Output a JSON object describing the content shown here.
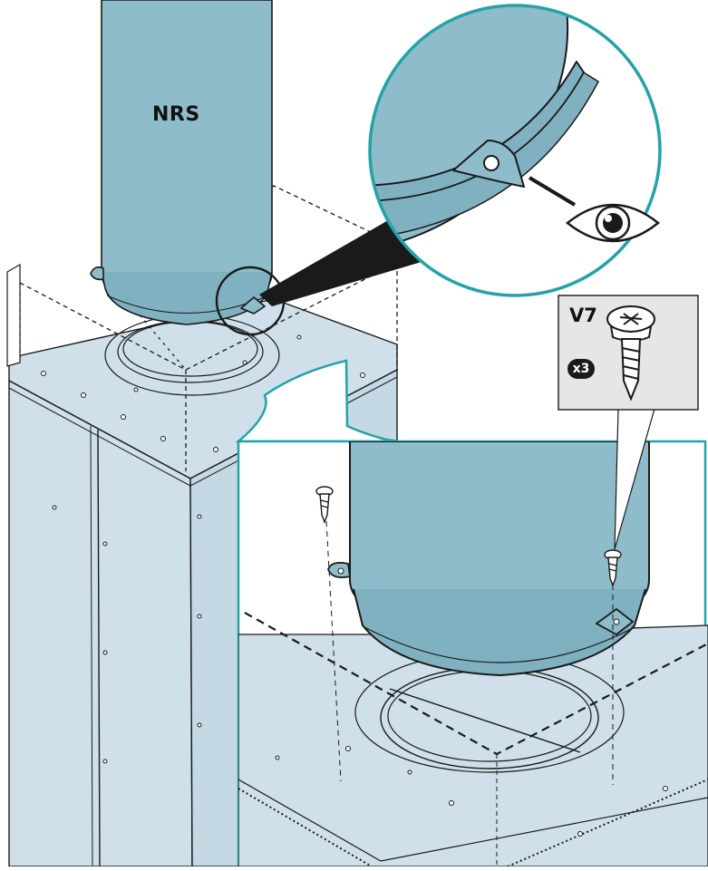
{
  "labels": {
    "vessel": "NRS",
    "screw_code": "V7",
    "screw_quantity": "x3"
  },
  "icons": {
    "eye": "eye-icon",
    "screw": "screw-icon"
  },
  "colors": {
    "vessel_fill": "#8fbccb",
    "casing_fill": "#cfe0ea",
    "callout_stroke": "#23a3a8",
    "line": "#1a1a1a"
  }
}
